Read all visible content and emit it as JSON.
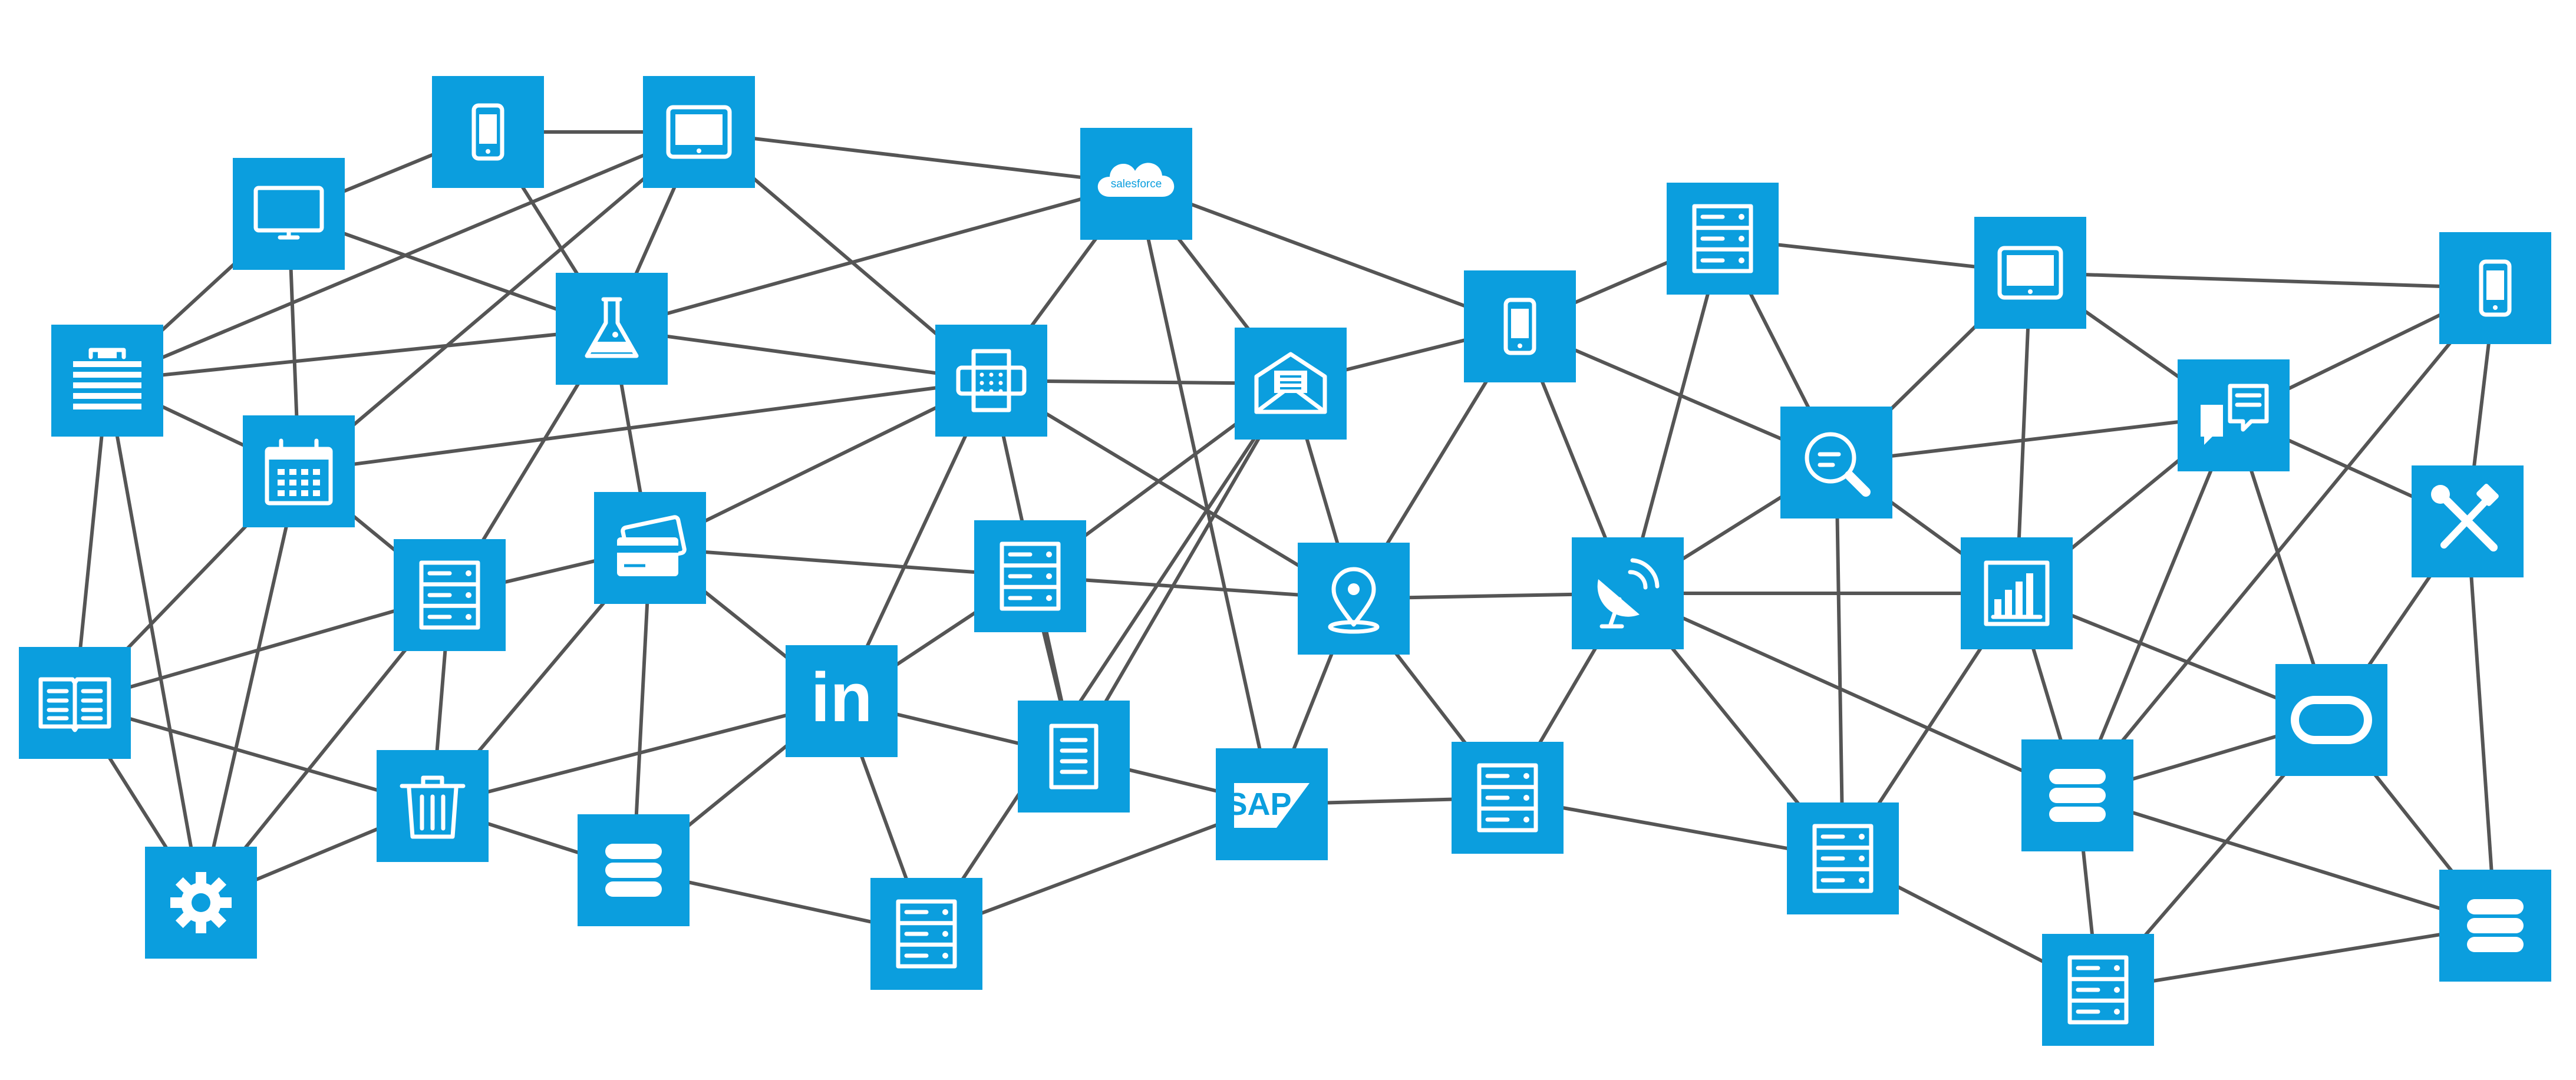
{
  "colors": {
    "node": "#0b9ede",
    "edge": "#555555",
    "background": "#ffffff"
  },
  "nodes": [
    {
      "id": "n1",
      "icon": "desktop-icon"
    },
    {
      "id": "n2",
      "icon": "smartphone-icon"
    },
    {
      "id": "n3",
      "icon": "tablet-icon"
    },
    {
      "id": "n4",
      "icon": "salesforce-icon",
      "label": "salesforce"
    },
    {
      "id": "n5",
      "icon": "server-rack-icon"
    },
    {
      "id": "n6",
      "icon": "tablet-icon"
    },
    {
      "id": "n7",
      "icon": "smartphone-icon"
    },
    {
      "id": "n8",
      "icon": "fax-machine-icon"
    },
    {
      "id": "n9",
      "icon": "lab-flask-icon"
    },
    {
      "id": "n10",
      "icon": "firewall-icon"
    },
    {
      "id": "n11",
      "icon": "email-envelope-icon"
    },
    {
      "id": "n12",
      "icon": "smartphone-icon"
    },
    {
      "id": "n13",
      "icon": "search-icon"
    },
    {
      "id": "n14",
      "icon": "chat-bubbles-icon"
    },
    {
      "id": "n15",
      "icon": "calendar-icon"
    },
    {
      "id": "n16",
      "icon": "tools-icon"
    },
    {
      "id": "n17",
      "icon": "credit-card-icon"
    },
    {
      "id": "n18",
      "icon": "server-rack-icon"
    },
    {
      "id": "n19",
      "icon": "server-rack-icon"
    },
    {
      "id": "n20",
      "icon": "map-pin-icon"
    },
    {
      "id": "n21",
      "icon": "satellite-dish-icon"
    },
    {
      "id": "n22",
      "icon": "bar-chart-icon"
    },
    {
      "id": "n23",
      "icon": "open-book-icon"
    },
    {
      "id": "n24",
      "icon": "linkedin-icon",
      "label": "in"
    },
    {
      "id": "n25",
      "icon": "document-icon"
    },
    {
      "id": "n26",
      "icon": "oracle-icon"
    },
    {
      "id": "n27",
      "icon": "trash-icon"
    },
    {
      "id": "n28",
      "icon": "database-icon"
    },
    {
      "id": "n29",
      "icon": "sap-icon",
      "label": "SAP"
    },
    {
      "id": "n30",
      "icon": "server-rack-icon"
    },
    {
      "id": "n31",
      "icon": "server-rack-icon"
    },
    {
      "id": "n32",
      "icon": "database-icon"
    },
    {
      "id": "n33",
      "icon": "gear-icon"
    },
    {
      "id": "n34",
      "icon": "database-icon"
    },
    {
      "id": "n35",
      "icon": "server-rack-icon"
    },
    {
      "id": "n36",
      "icon": "database-icon"
    },
    {
      "id": "n37",
      "icon": "server-rack-icon"
    }
  ],
  "edges": [
    [
      "n2",
      "n3"
    ],
    [
      "n1",
      "n2"
    ],
    [
      "n3",
      "n4"
    ],
    [
      "n4",
      "n12"
    ],
    [
      "n5",
      "n6"
    ],
    [
      "n6",
      "n7"
    ],
    [
      "n1",
      "n10"
    ],
    [
      "n10",
      "n33"
    ],
    [
      "n3",
      "n10"
    ],
    [
      "n10",
      "n9"
    ],
    [
      "n3",
      "n15"
    ],
    [
      "n1",
      "n15"
    ],
    [
      "n1",
      "n9"
    ],
    [
      "n2",
      "n9"
    ],
    [
      "n3",
      "n9"
    ],
    [
      "n3",
      "n8"
    ],
    [
      "n4",
      "n9"
    ],
    [
      "n4",
      "n8"
    ],
    [
      "n4",
      "n11"
    ],
    [
      "n4",
      "n29"
    ],
    [
      "n10",
      "n15"
    ],
    [
      "n10",
      "n23"
    ],
    [
      "n9",
      "n8"
    ],
    [
      "n15",
      "n8"
    ],
    [
      "n9",
      "n18"
    ],
    [
      "n9",
      "n17"
    ],
    [
      "n8",
      "n11"
    ],
    [
      "n8",
      "n20"
    ],
    [
      "n8",
      "n24"
    ],
    [
      "n8",
      "n25"
    ],
    [
      "n11",
      "n12"
    ],
    [
      "n11",
      "n19"
    ],
    [
      "n11",
      "n25"
    ],
    [
      "n11",
      "n20"
    ],
    [
      "n12",
      "n5"
    ],
    [
      "n12",
      "n20"
    ],
    [
      "n12",
      "n21"
    ],
    [
      "n12",
      "n13"
    ],
    [
      "n5",
      "n13"
    ],
    [
      "n5",
      "n21"
    ],
    [
      "n6",
      "n13"
    ],
    [
      "n6",
      "n22"
    ],
    [
      "n6",
      "n14"
    ],
    [
      "n7",
      "n14"
    ],
    [
      "n7",
      "n16"
    ],
    [
      "n7",
      "n32"
    ],
    [
      "n13",
      "n14"
    ],
    [
      "n13",
      "n21"
    ],
    [
      "n13",
      "n22"
    ],
    [
      "n13",
      "n31"
    ],
    [
      "n14",
      "n16"
    ],
    [
      "n14",
      "n22"
    ],
    [
      "n14",
      "n26"
    ],
    [
      "n14",
      "n32"
    ],
    [
      "n16",
      "n26"
    ],
    [
      "n16",
      "n34"
    ],
    [
      "n15",
      "n18"
    ],
    [
      "n15",
      "n33"
    ],
    [
      "n15",
      "n23"
    ],
    [
      "n17",
      "n18"
    ],
    [
      "n17",
      "n19"
    ],
    [
      "n17",
      "n24"
    ],
    [
      "n17",
      "n28"
    ],
    [
      "n17",
      "n27"
    ],
    [
      "n8",
      "n17"
    ],
    [
      "n18",
      "n23"
    ],
    [
      "n18",
      "n27"
    ],
    [
      "n18",
      "n33"
    ],
    [
      "n19",
      "n20"
    ],
    [
      "n19",
      "n24"
    ],
    [
      "n19",
      "n25"
    ],
    [
      "n20",
      "n21"
    ],
    [
      "n20",
      "n29"
    ],
    [
      "n20",
      "n30"
    ],
    [
      "n21",
      "n22"
    ],
    [
      "n21",
      "n30"
    ],
    [
      "n21",
      "n31"
    ],
    [
      "n21",
      "n32"
    ],
    [
      "n22",
      "n31"
    ],
    [
      "n22",
      "n26"
    ],
    [
      "n22",
      "n32"
    ],
    [
      "n23",
      "n27"
    ],
    [
      "n23",
      "n33"
    ],
    [
      "n24",
      "n25"
    ],
    [
      "n24",
      "n27"
    ],
    [
      "n24",
      "n28"
    ],
    [
      "n24",
      "n35"
    ],
    [
      "n25",
      "n29"
    ],
    [
      "n26",
      "n32"
    ],
    [
      "n26",
      "n34"
    ],
    [
      "n26",
      "n37"
    ],
    [
      "n27",
      "n28"
    ],
    [
      "n27",
      "n33"
    ],
    [
      "n28",
      "n35"
    ],
    [
      "n29",
      "n35"
    ],
    [
      "n29",
      "n30"
    ],
    [
      "n30",
      "n31"
    ],
    [
      "n31",
      "n37"
    ],
    [
      "n32",
      "n37"
    ],
    [
      "n32",
      "n34"
    ],
    [
      "n37",
      "n34"
    ],
    [
      "n11",
      "n35"
    ]
  ]
}
